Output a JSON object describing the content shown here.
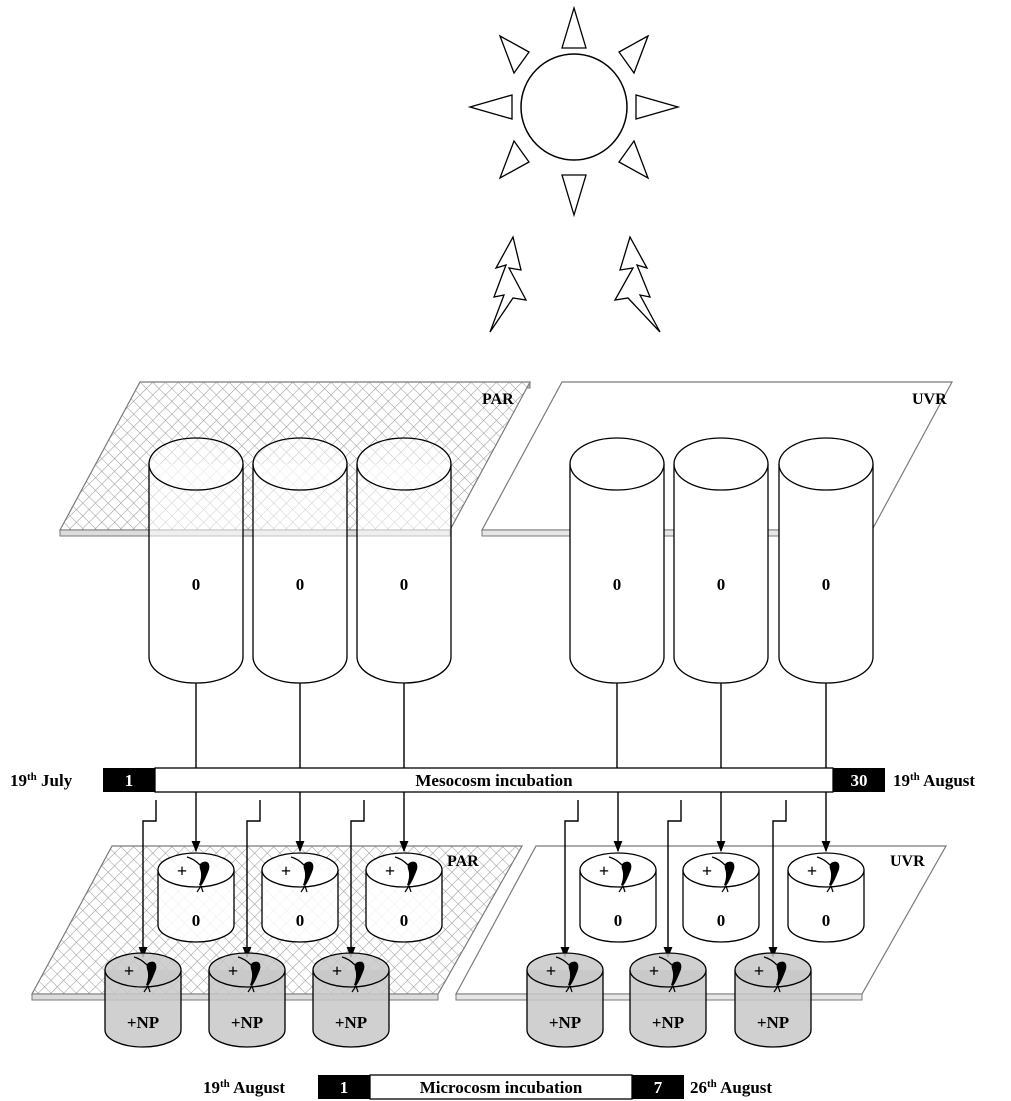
{
  "meso": {
    "par_label": "PAR",
    "uvr_label": "UVR",
    "cylinder_label": "0",
    "start_date": "19",
    "start_sup": "th",
    "start_month": " July",
    "day_start": "1",
    "bar_label": "Mesocosm incubation",
    "day_end": "30",
    "end_date": "19",
    "end_sup": "th",
    "end_month": " August"
  },
  "micro": {
    "par_label": "PAR",
    "uvr_label": "UVR",
    "control_label": "0",
    "np_label": "+NP",
    "plus_sign": "+",
    "start_date": "19",
    "start_sup": "th",
    "start_month": " August",
    "day_start": "1",
    "bar_label": "Microcosm incubation",
    "day_end": "7",
    "end_date": "26",
    "end_sup": "th",
    "end_month": " August"
  },
  "colors": {
    "np_fill": "#c8c8c8",
    "bar_dark": "#000000",
    "mesh": "#9a9a9a"
  },
  "icons": [
    "sun-icon",
    "lightning-icon",
    "copepod-icon"
  ]
}
